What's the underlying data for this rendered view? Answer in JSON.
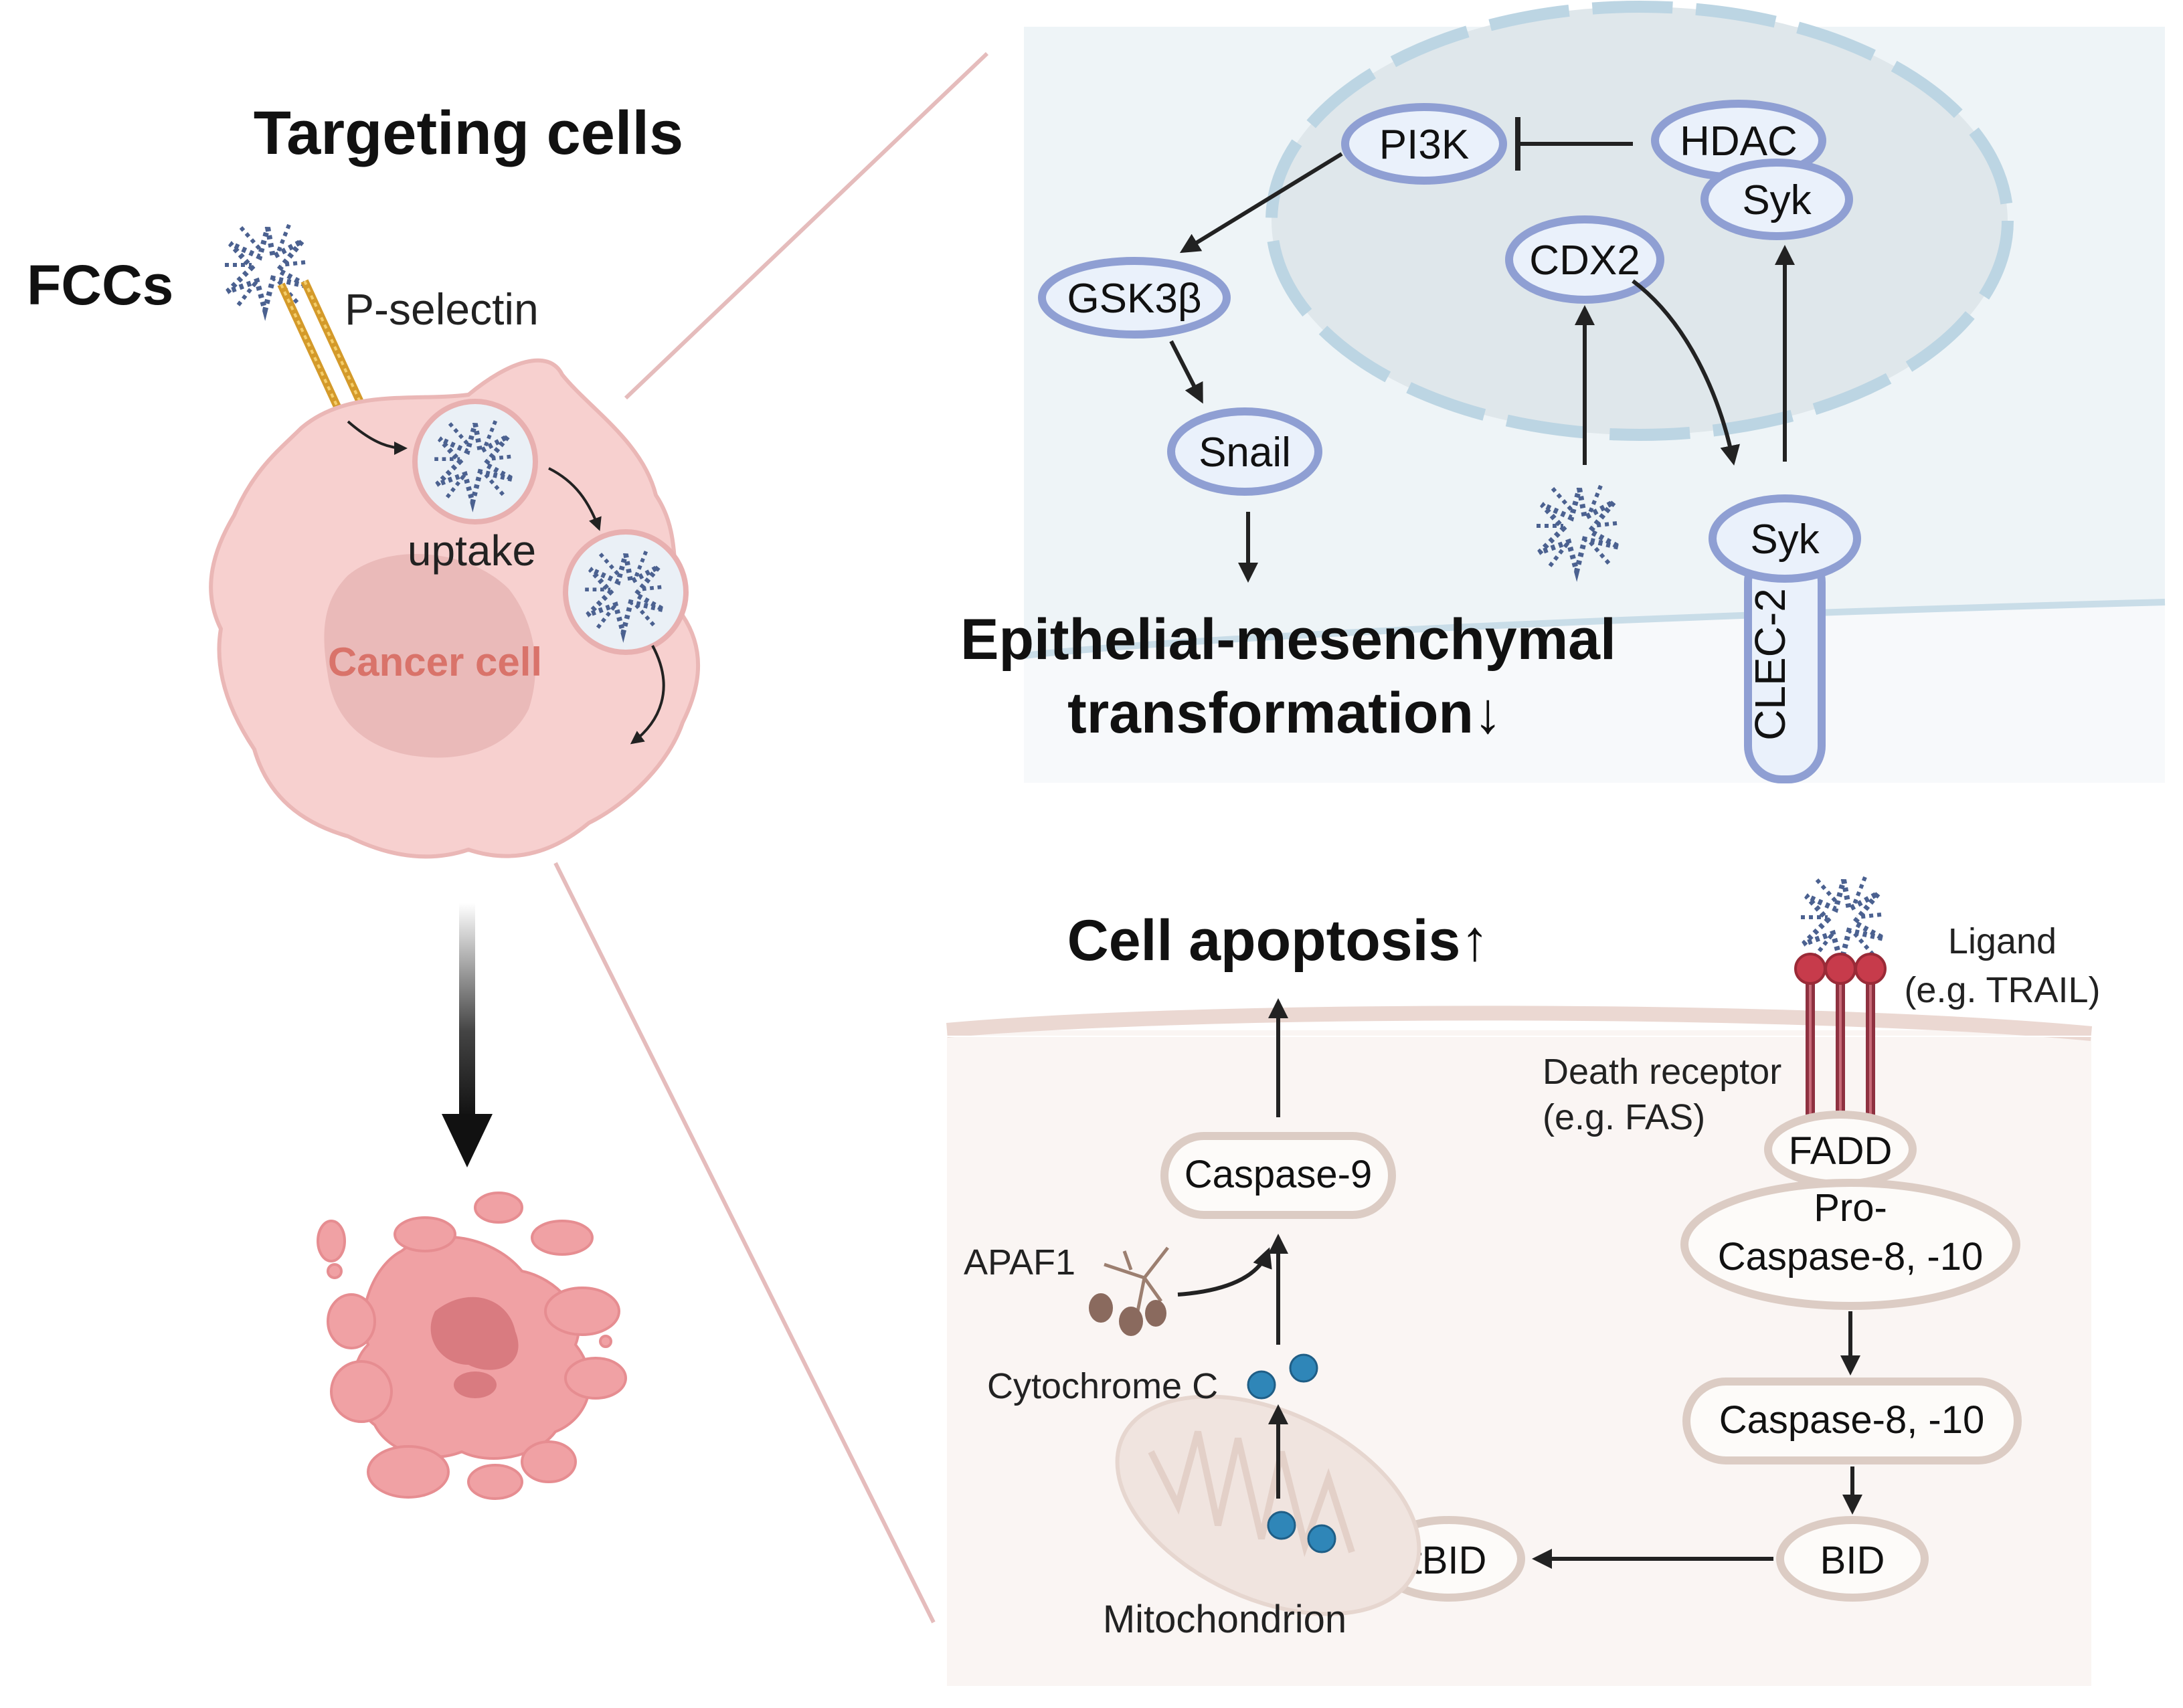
{
  "left": {
    "title": "Targeting  cells",
    "fccs": "FCCs",
    "selectin": "P-selectin",
    "uptake": "uptake",
    "cancer_cell": "Cancer cell"
  },
  "emt": {
    "pi3k": "PI3K",
    "hdac": "HDAC",
    "syk_nuclear": "Syk",
    "cdx2": "CDX2",
    "gsk3b": "GSK3β",
    "snail": "Snail",
    "syk_membrane": "Syk",
    "clec2": "CLEC-2",
    "outcome_line1": "Epithelial-mesenchymal",
    "outcome_line2": "transformation↓"
  },
  "apoptosis": {
    "outcome": "Cell apoptosis↑",
    "ligand_line1": "Ligand",
    "ligand_line2": "(e.g. TRAIL)",
    "death_receptor_line1": "Death receptor",
    "death_receptor_line2": "(e.g. FAS)",
    "fadd": "FADD",
    "procaspase_line1": "Pro-",
    "procaspase_line2": "Caspase-8, -10",
    "caspase810": "Caspase-8, -10",
    "bid": "BID",
    "tbid": "tBID",
    "caspase9": "Caspase-9",
    "apaf1": "APAF1",
    "cytochrome": "Cytochrome C",
    "mitochondrion": "Mitochondrion"
  },
  "colors": {
    "cell_pink": "#f7d0cf",
    "cell_pink_dark": "#e9b5b4",
    "cancer_text": "#d9736a",
    "blue_node_stroke": "#8f9fd3",
    "blue_node_fill": "#eaf1fb",
    "beige_node_stroke": "#dcccc4",
    "beige_node_fill": "#fdfbf9",
    "nucleus_fill": "#e1e9ec",
    "connector_line": "#e5bcbc",
    "cyto_blue": "#2f86b8",
    "receptor_red": "#c73b4b"
  }
}
